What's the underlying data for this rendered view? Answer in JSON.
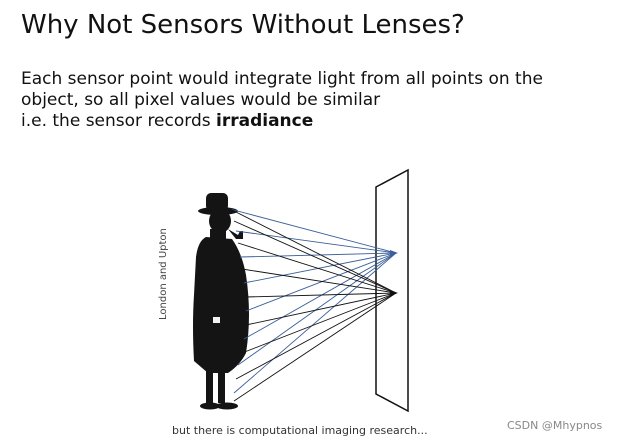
{
  "slide": {
    "title": "Why Not Sensors Without Lenses?",
    "body_line1": "Each sensor point would integrate light from all points on the",
    "body_line2": "object, so all pixel values would be similar",
    "body_line3_prefix": "i.e. the sensor records ",
    "body_line3_bold": "irradiance",
    "credit": "London and Upton",
    "caption": "but there is computational imaging research...",
    "watermark": "CSDN @Mhypnos"
  },
  "colors": {
    "blue_rays": "#3a5f9a",
    "black_rays": "#111111",
    "figure_fill": "#141414"
  }
}
